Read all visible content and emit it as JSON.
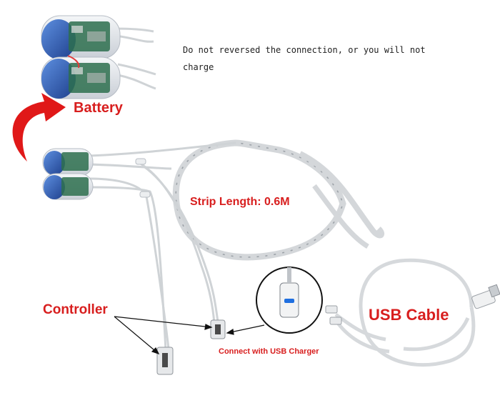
{
  "note": {
    "line1": "Do not reversed the connection, or you will not",
    "line2": "charge"
  },
  "labels": {
    "battery": "Battery",
    "strip_length": "Strip Length: 0.6M",
    "controller": "Controller",
    "usb_cable": "USB Cable",
    "connect_charger": "Connect with USB Charger"
  },
  "colors": {
    "label_red": "#d81e1e",
    "arrow_red": "#e01818",
    "battery_blue": "#2f5fb3",
    "board_green": "#2d6f4e"
  }
}
